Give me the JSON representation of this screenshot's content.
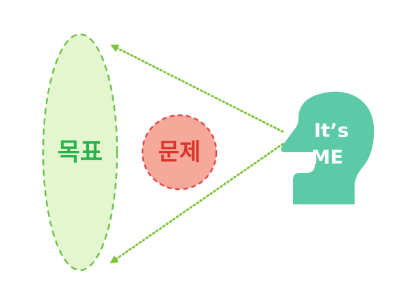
{
  "diagram": {
    "goal": {
      "label": "목표",
      "fill": "#e4f6d0",
      "stroke": "#6cc24a",
      "text_color": "#2bb24c"
    },
    "problem": {
      "label": "문제",
      "fill": "#f6a99a",
      "stroke": "#e0484a",
      "text_color": "#d9342b"
    },
    "self": {
      "line1": "It’s",
      "line2": "ME",
      "fill": "#5cc9a7",
      "text_color": "#ffffff",
      "icon": "head-silhouette-icon"
    },
    "arrows": {
      "color": "#7cc43a",
      "style": "dotted"
    }
  }
}
